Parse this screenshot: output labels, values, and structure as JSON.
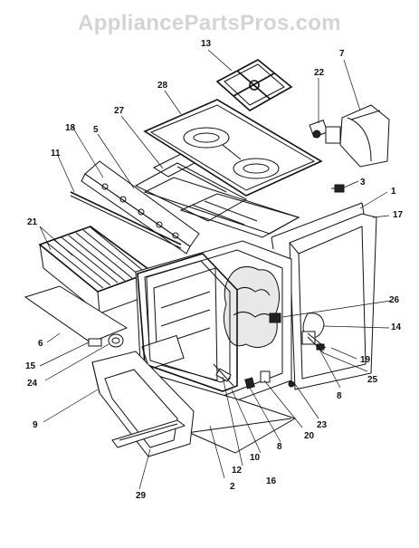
{
  "watermark": "AppliancePartsPros.com",
  "callouts": {
    "c1": "1",
    "c2": "2",
    "c3": "3",
    "c5": "5",
    "c6": "6",
    "c7": "7",
    "c8a": "8",
    "c8b": "8",
    "c9": "9",
    "c10": "10",
    "c11": "11",
    "c12": "12",
    "c13": "13",
    "c14": "14",
    "c15": "15",
    "c16": "16",
    "c17": "17",
    "c18": "18",
    "c19": "19",
    "c20": "20",
    "c21": "21",
    "c22": "22",
    "c23": "23",
    "c24": "24",
    "c25": "25",
    "c26": "26",
    "c27": "27",
    "c28": "28",
    "c29": "29"
  }
}
